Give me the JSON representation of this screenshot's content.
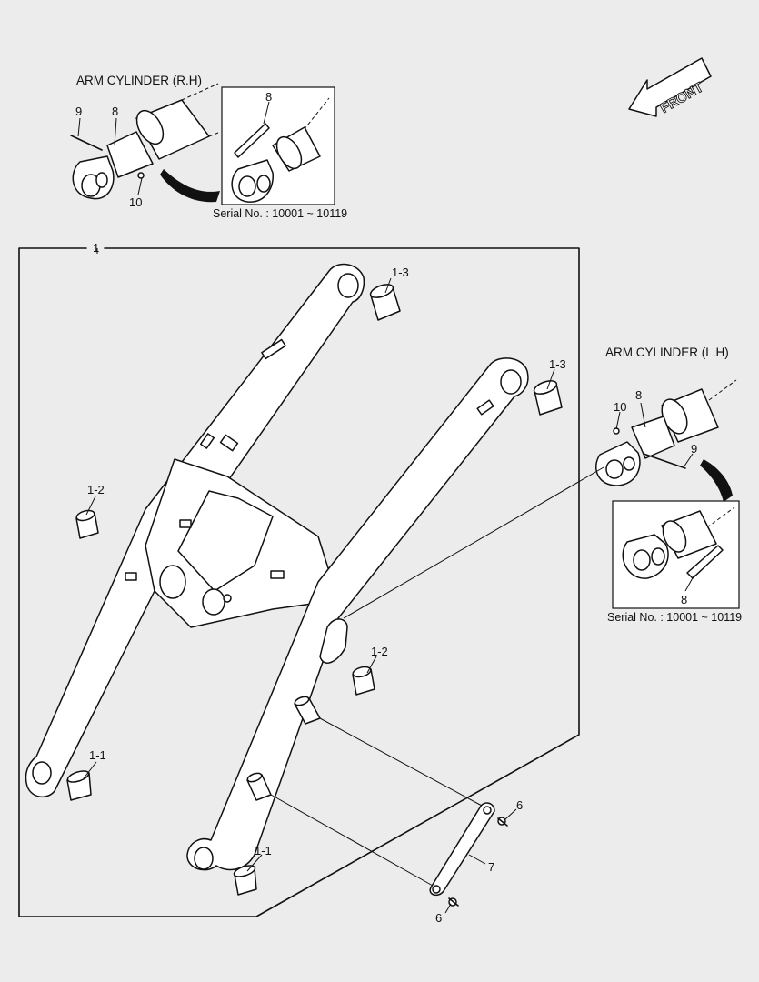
{
  "titles": {
    "rh": "ARM CYLINDER (R.H)",
    "lh": "ARM CYLINDER (L.H)"
  },
  "serial": {
    "rh": "Serial No. : 10001 ~ 10119",
    "lh": "Serial No. : 10001 ~ 10119"
  },
  "direction": "FRONT",
  "callouts": {
    "assembly": "1",
    "bushing_rear_left": "1-1",
    "bushing_rear_right": "1-1",
    "bushing_mid_left": "1-2",
    "bushing_mid_right": "1-2",
    "bushing_front_left": "1-3",
    "bushing_front_right": "1-3",
    "lock_top": "6",
    "lock_bottom": "6",
    "link": "7",
    "rh_pin_shim": "8",
    "rh_pin_shim_detail": "8",
    "rh_bolt": "9",
    "rh_nut": "10",
    "lh_pin_shim": "8",
    "lh_pin_shim_detail": "8",
    "lh_bolt": "9",
    "lh_nut": "10"
  },
  "icons": {
    "front": "front-arrow-icon"
  }
}
